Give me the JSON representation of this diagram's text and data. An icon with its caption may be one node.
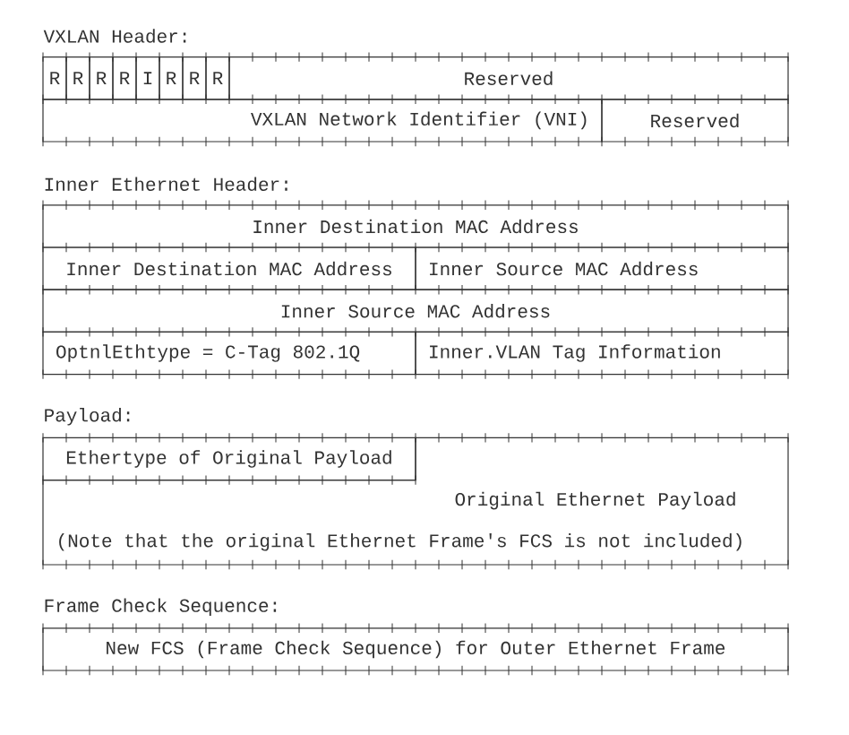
{
  "diagram": {
    "nodes": [
      {
        "text": [
          "R"
        ]
      },
      {
        "text": [
          "R"
        ]
      },
      {
        "text": [
          "R"
        ]
      },
      {
        "text": [
          "R"
        ]
      },
      {
        "text": [
          "I"
        ]
      },
      {
        "text": [
          "R"
        ]
      },
      {
        "text": [
          "R"
        ]
      },
      {
        "text": [
          "R"
        ]
      },
      {
        "text": [
          "Reserved"
        ]
      },
      {
        "text": [
          "VXLAN Network Identifier (VNI)"
        ]
      },
      {
        "text": [
          "Reserved"
        ]
      },
      {
        "text": [
          "Inner Destination MAC Address"
        ]
      },
      {
        "text": [
          "Inner Destination MAC Address"
        ]
      },
      {
        "text": [
          "Inner Source MAC Address"
        ]
      },
      {
        "text": [
          "Inner Source MAC Address"
        ]
      },
      {
        "text": [
          "OptnlEthtype = C-Tag 802.1Q"
        ]
      },
      {
        "text": [
          "Inner.VLAN Tag Information"
        ]
      },
      {
        "text": [
          "Ethertype of Original Payload"
        ]
      },
      {
        "text": [
          "Original Ethernet Payload",
          "(Note that the original Ethernet Frame's FCS is not included)"
        ]
      },
      {
        "text": [
          "New FCS (Frame Check Sequence) for Outer Ethernet Frame"
        ]
      }
    ],
    "labels": [
      "VXLAN Header:",
      "Inner Ethernet Header:",
      "Payload:",
      "Frame Check Sequence:"
    ]
  }
}
